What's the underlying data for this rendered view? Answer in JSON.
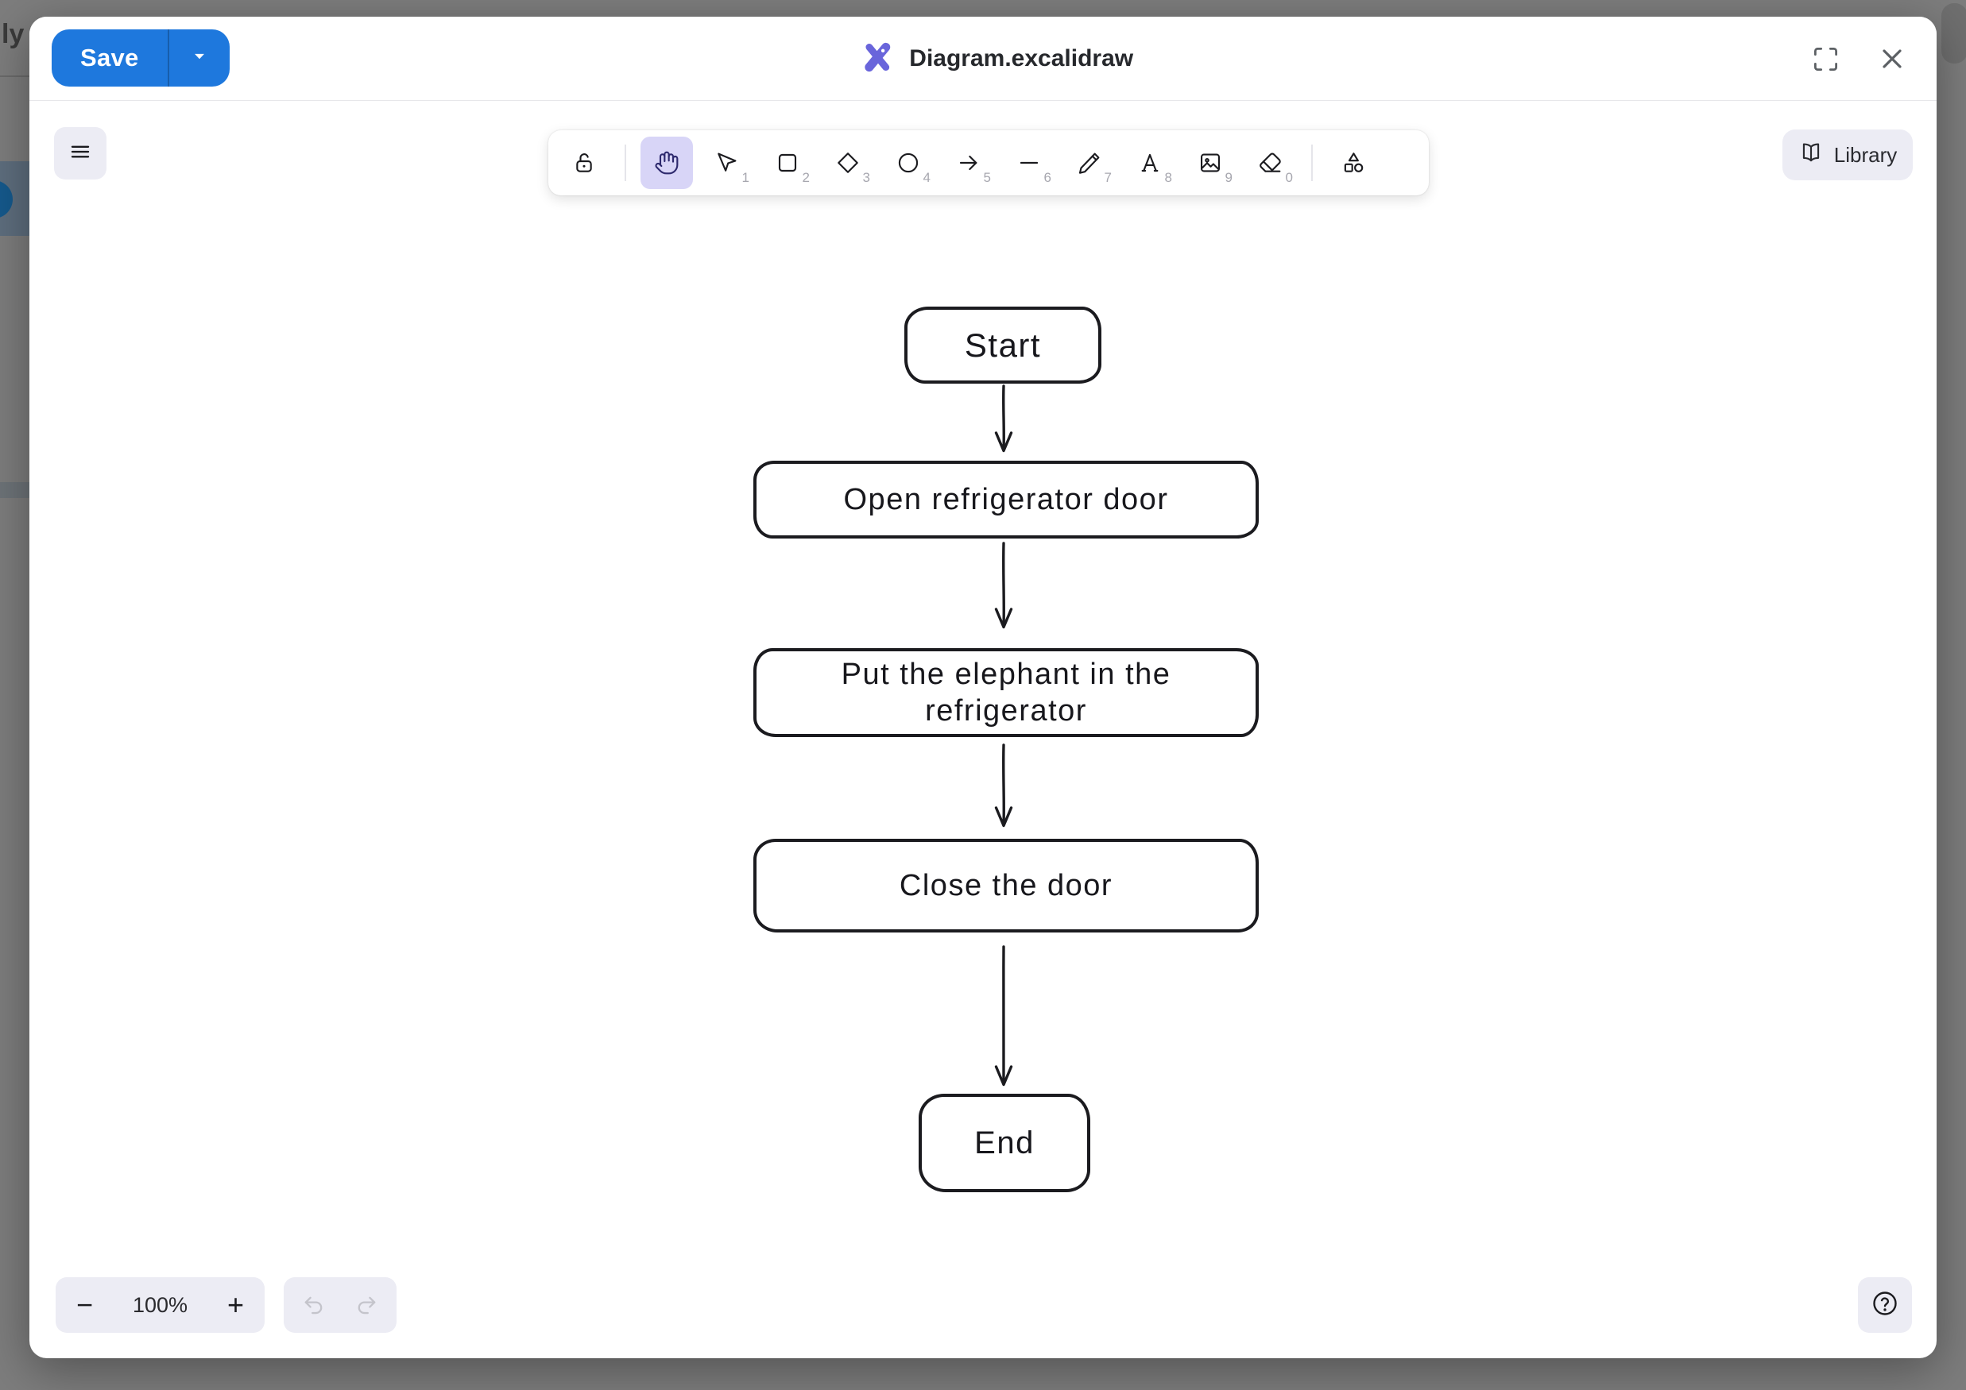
{
  "backdrop": {
    "partial_text": "ly F"
  },
  "header": {
    "save_label": "Save",
    "title": "Diagram.excalidraw",
    "icons": [
      "save-caret-icon",
      "excalidraw-logo-icon",
      "fullscreen-icon",
      "close-icon"
    ]
  },
  "toolbar": {
    "tools": [
      {
        "name": "lock",
        "badge": "",
        "active": false
      },
      {
        "name": "hand",
        "badge": "",
        "active": true
      },
      {
        "name": "selection",
        "badge": "1",
        "active": false
      },
      {
        "name": "rectangle",
        "badge": "2",
        "active": false
      },
      {
        "name": "diamond",
        "badge": "3",
        "active": false
      },
      {
        "name": "ellipse",
        "badge": "4",
        "active": false
      },
      {
        "name": "arrow",
        "badge": "5",
        "active": false
      },
      {
        "name": "line",
        "badge": "6",
        "active": false
      },
      {
        "name": "draw",
        "badge": "7",
        "active": false
      },
      {
        "name": "text",
        "badge": "8",
        "active": false
      },
      {
        "name": "image",
        "badge": "9",
        "active": false
      },
      {
        "name": "eraser",
        "badge": "0",
        "active": false
      },
      {
        "name": "shapes",
        "badge": "",
        "active": false
      }
    ],
    "library_label": "Library",
    "menu_icon": "hamburger-menu-icon"
  },
  "diagram": {
    "nodes": [
      {
        "label": "Start"
      },
      {
        "label": "Open refrigerator door"
      },
      {
        "label": "Put the elephant in the refrigerator"
      },
      {
        "label": "Close the door"
      },
      {
        "label": "End"
      }
    ],
    "connections": [
      [
        0,
        1
      ],
      [
        1,
        2
      ],
      [
        2,
        3
      ],
      [
        3,
        4
      ]
    ]
  },
  "footer": {
    "zoom_out": "−",
    "zoom_level": "100%",
    "zoom_in": "+",
    "icons": [
      "undo-icon",
      "redo-icon",
      "help-icon"
    ]
  },
  "colors": {
    "backdrop": "#7d7d7d",
    "accent_blue": "#1e78dd",
    "excalidraw_purple": "#6965db",
    "active_tool_bg": "#d8d5f7",
    "active_tool_icon": "#2e2a6e",
    "island_button_bg": "#ececf4",
    "stroke": "#1b1b1f",
    "badge_gray": "#a7a7af"
  }
}
